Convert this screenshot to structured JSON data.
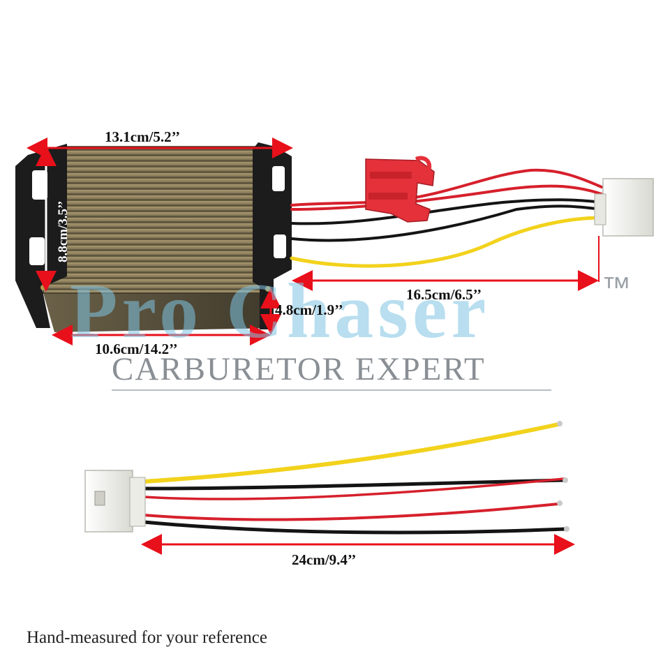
{
  "watermark": {
    "brand": "Pro Chaser",
    "trademark": "™",
    "tagline": "CARBURETOR EXPERT"
  },
  "dimensions": {
    "top_length": "13.1cm/5.2’’",
    "height": "8.8cm/3.5’’",
    "bottom_length": "10.6cm/14.2’’",
    "depth": "4.8cm/1.9’’",
    "output_lead_length": "16.5cm/6.5’’",
    "harness_length": "24cm/9.4’’"
  },
  "footnote": "Hand-measured for your reference",
  "colors": {
    "dimension_arrow": "#e8101a",
    "heatsink": "#8b7d5c",
    "bracket": "#1c1c1c",
    "wire_red": "#d6202c",
    "wire_black": "#141414",
    "wire_yellow": "#f2d21c",
    "fuse_holder": "#e4313a",
    "connector": "#f2f2ee"
  }
}
